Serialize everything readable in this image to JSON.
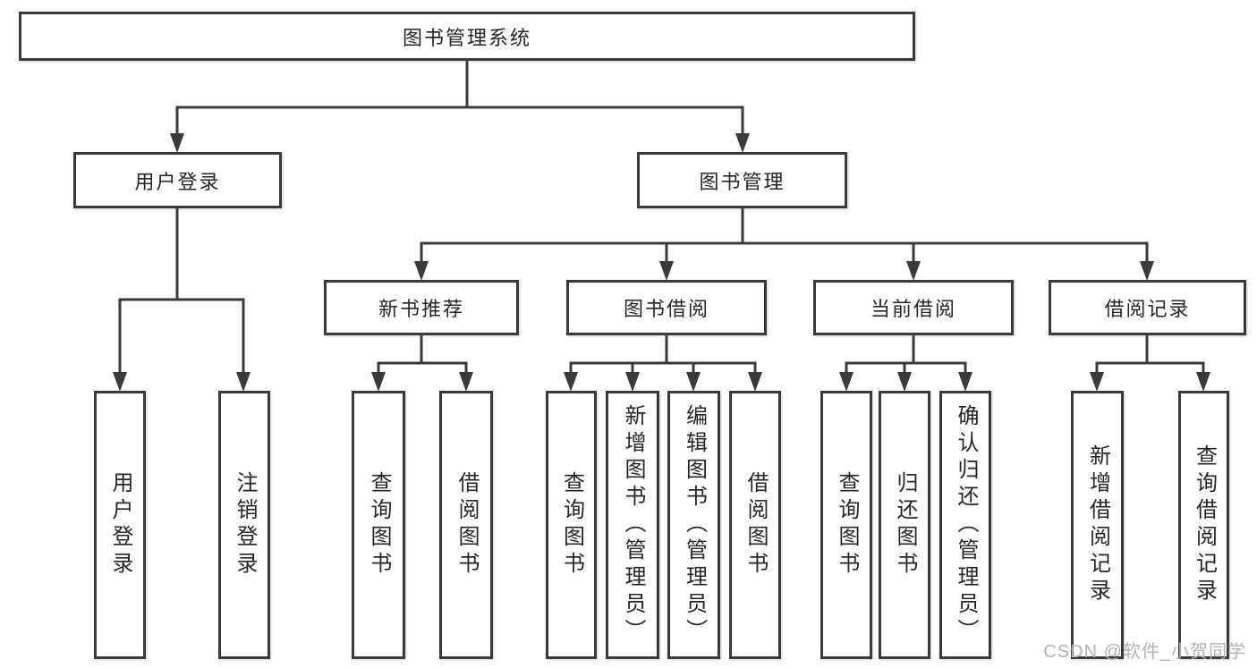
{
  "diagram": {
    "title": "图书管理系统",
    "branches": [
      {
        "label": "用户登录",
        "children": [
          "用户登录",
          "注销登录"
        ]
      },
      {
        "label": "图书管理",
        "sections": [
          {
            "label": "新书推荐",
            "children": [
              "查询图书",
              "借阅图书"
            ]
          },
          {
            "label": "图书借阅",
            "children": [
              "查询图书",
              "新增图书（管理员）",
              "编辑图书（管理员）",
              "借阅图书"
            ]
          },
          {
            "label": "当前借阅",
            "children": [
              "查询图书",
              "归还图书",
              "确认归还（管理员）"
            ]
          },
          {
            "label": "借阅记录",
            "children": [
              "新增借阅记录",
              "查询借阅记录"
            ]
          }
        ]
      }
    ],
    "line_color": "#3a3a3a"
  },
  "watermark": {
    "text": "CSDN @软件_小贺同学",
    "color": "#b3b1b1"
  }
}
